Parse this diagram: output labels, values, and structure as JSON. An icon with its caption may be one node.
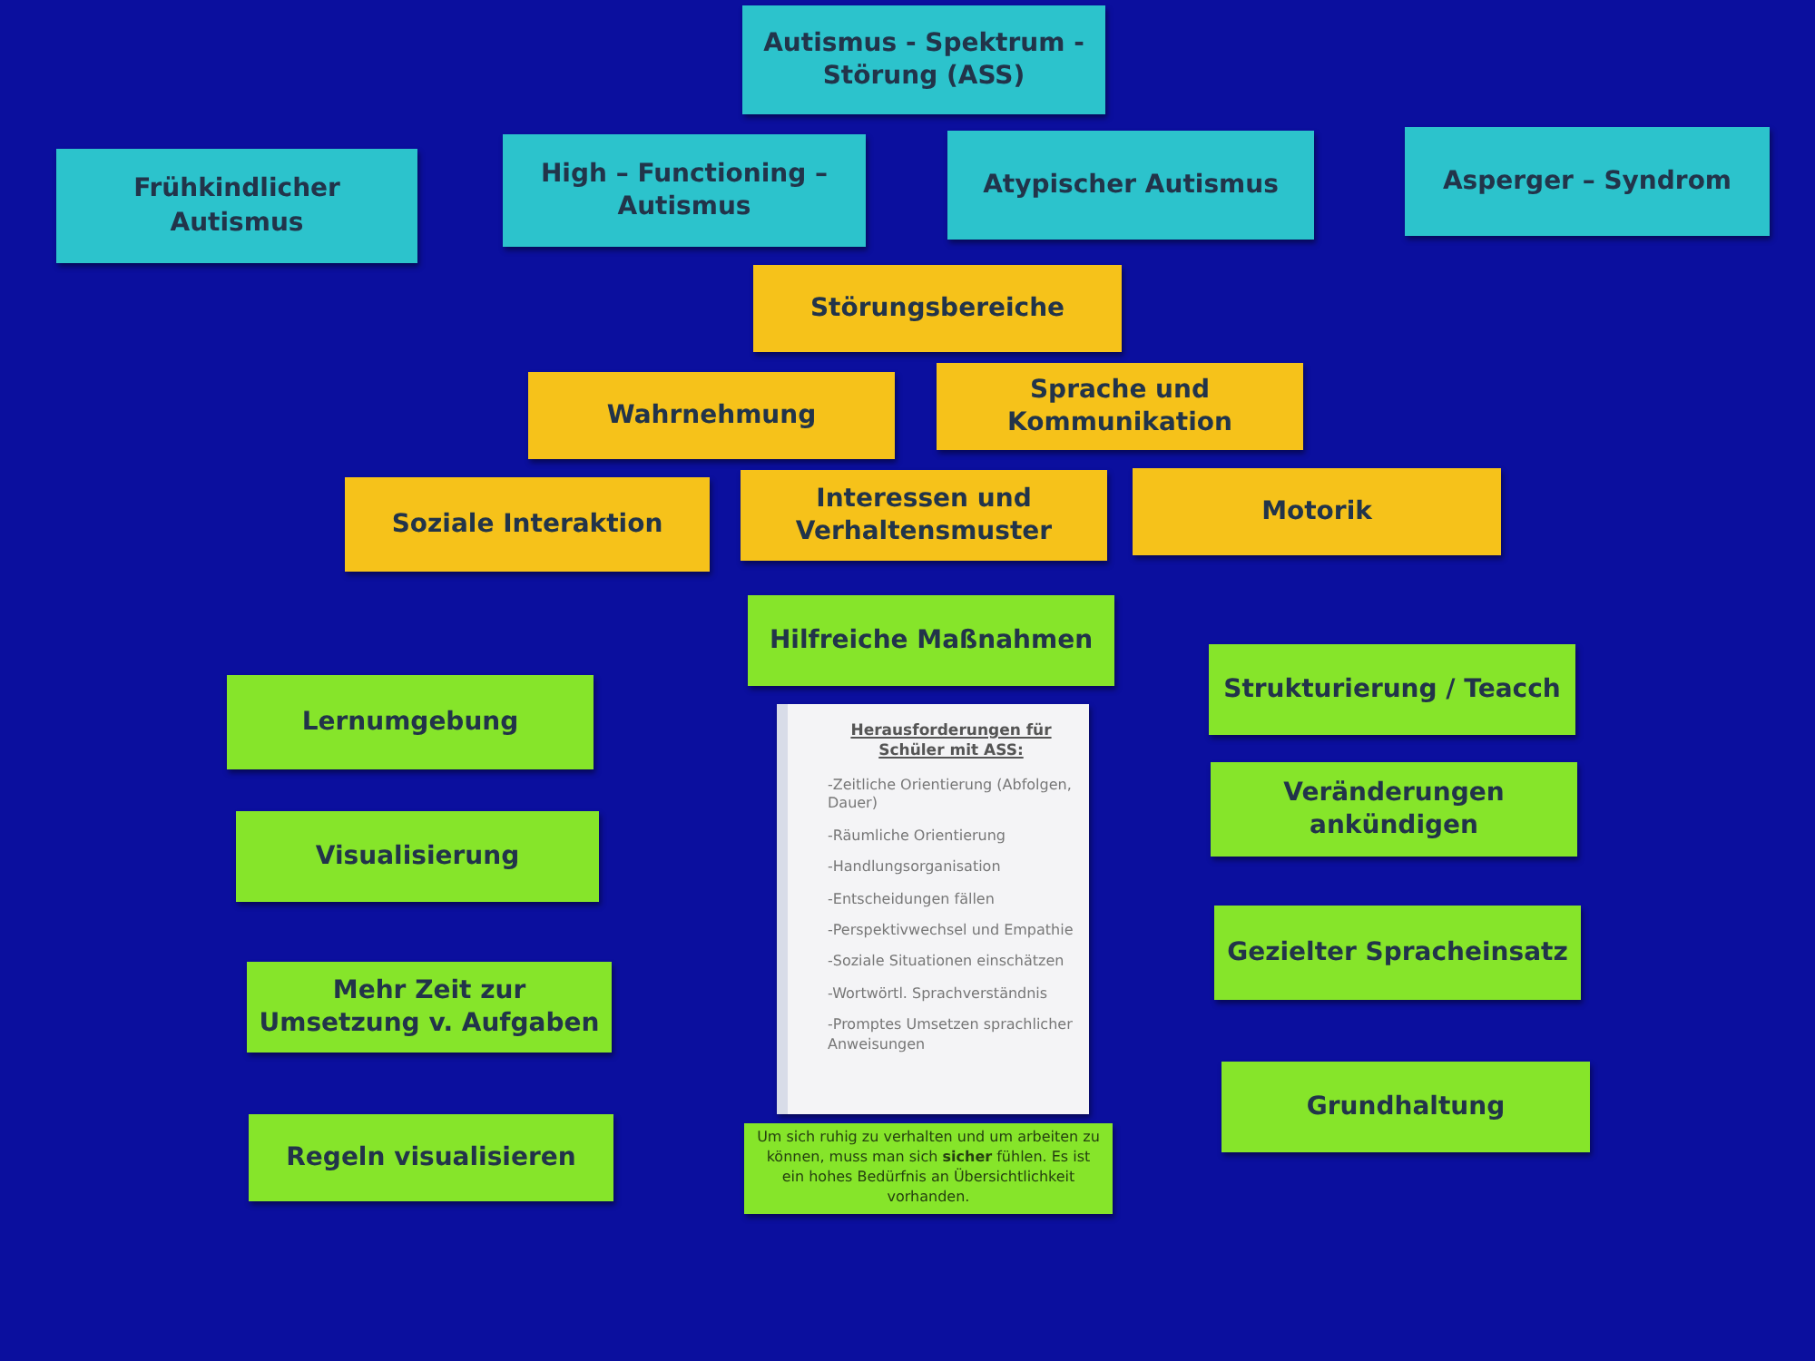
{
  "diagram": {
    "nodes": [
      {
        "text": [
          "Autismus - Spektrum - Störung (ASS)"
        ]
      },
      {
        "text": [
          "Frühkindlicher Autismus"
        ]
      },
      {
        "text": [
          "High – Functioning – Autismus"
        ]
      },
      {
        "text": [
          "Atypischer Autismus"
        ]
      },
      {
        "text": [
          "Asperger – Syndrom"
        ]
      },
      {
        "text": [
          "Störungsbereiche"
        ]
      },
      {
        "text": [
          "Wahrnehmung"
        ]
      },
      {
        "text": [
          "Sprache und Kommunikation"
        ]
      },
      {
        "text": [
          "Soziale Interaktion"
        ]
      },
      {
        "text": [
          "Interessen und Verhaltensmuster"
        ]
      },
      {
        "text": [
          "Motorik"
        ]
      },
      {
        "text": [
          "Hilfreiche Maßnahmen"
        ]
      },
      {
        "text": [
          "Lernumgebung"
        ]
      },
      {
        "text": [
          "Visualisierung"
        ]
      },
      {
        "text": [
          "Mehr Zeit zur Umsetzung v. Aufgaben"
        ]
      },
      {
        "text": [
          "Regeln visualisieren"
        ]
      },
      {
        "text": [
          "Herausforderungen für Schüler mit ASS:",
          "-Zeitliche Orientierung (Abfolgen, Dauer)",
          "-Räumliche Orientierung",
          "-Handlungsorganisation",
          "-Entscheidungen fällen",
          "-Perspektivwechsel und Empathie",
          "-Soziale Situationen einschätzen",
          "-Wortwörtl. Sprachverständnis",
          "-Promptes Umsetzen sprachlicher Anweisungen"
        ]
      },
      {
        "text": [
          "Um sich ruhig zu verhalten und um arbeiten zu können, muss man sich **sicher** fühlen. Es ist ein hohes Bedürfnis an Übersichtlichkeit vorhanden."
        ]
      },
      {
        "text": [
          "Strukturierung / Teacch"
        ]
      },
      {
        "text": [
          "Veränderungen ankündigen"
        ]
      },
      {
        "text": [
          "Gezielter Spracheinsatz"
        ]
      },
      {
        "text": [
          "Grundhaltung"
        ]
      }
    ]
  }
}
